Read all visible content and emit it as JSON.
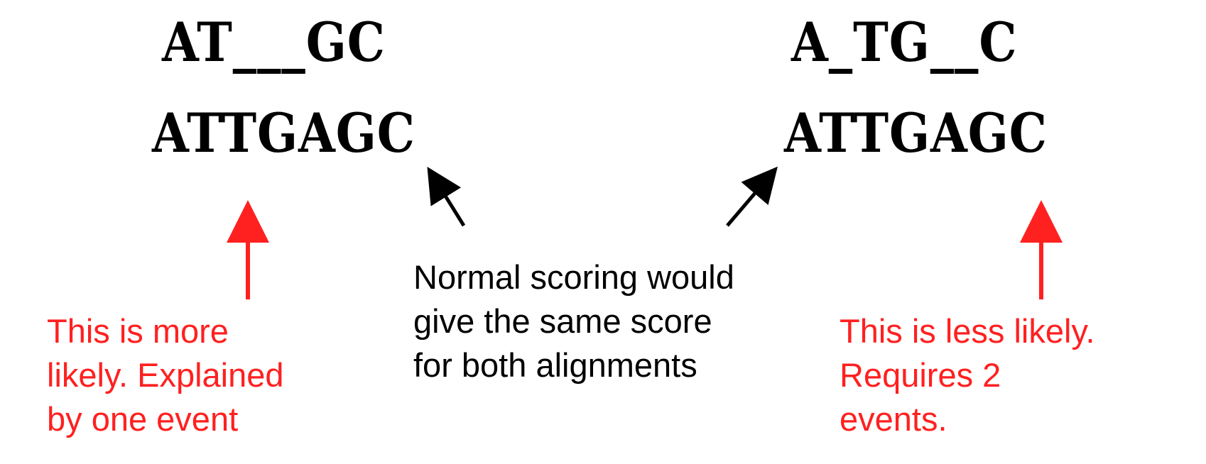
{
  "alignment_left": {
    "top": "AT___GC",
    "bottom": "ATTGAGC"
  },
  "alignment_right": {
    "top": "A_TG__C",
    "bottom": "ATTGAGC"
  },
  "notes": {
    "left": "This is more\nlikely. Explained\nby one event",
    "center": "Normal scoring would\ngive the same score\nfor both alignments",
    "right": "This is less likely.\nRequires 2\nevents."
  },
  "colors": {
    "highlight": "#ff2020",
    "text": "#000000"
  }
}
